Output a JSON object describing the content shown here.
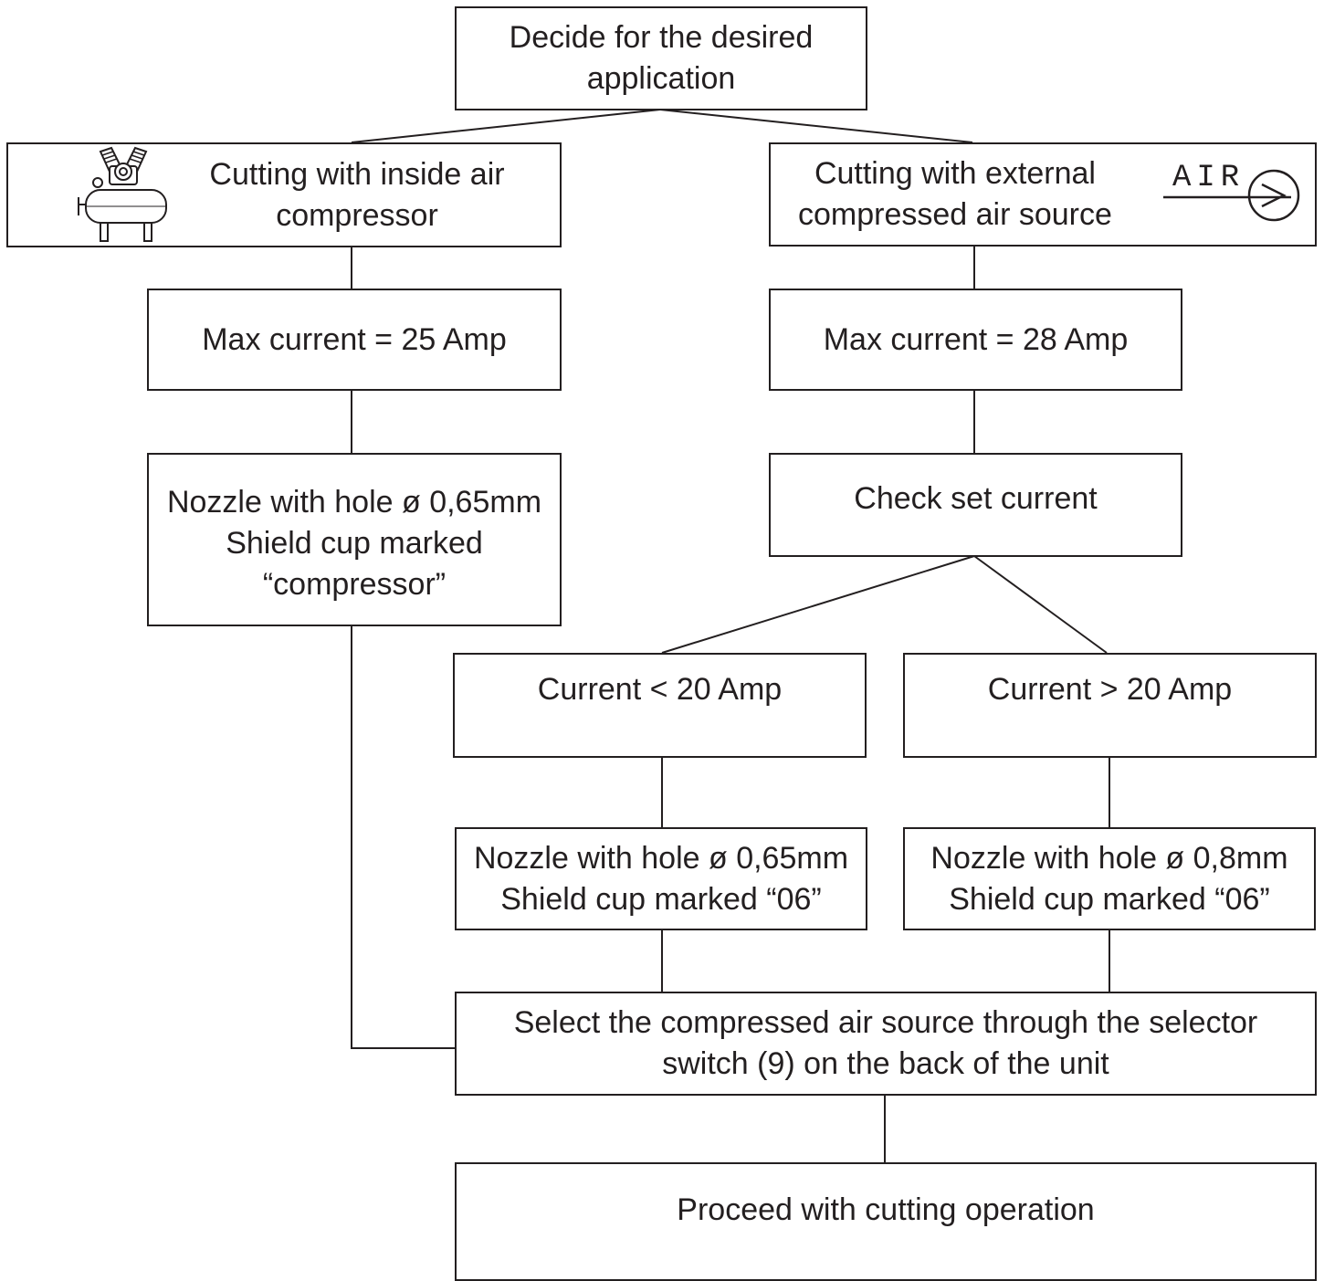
{
  "nodes": {
    "decide": {
      "lines": [
        "Decide for the desired",
        "application"
      ]
    },
    "inside_air": {
      "lines": [
        "Cutting with inside air",
        "compressor"
      ],
      "icon": "air-compressor-icon"
    },
    "external_air": {
      "lines": [
        "Cutting with external",
        "compressed air source"
      ],
      "icon": "air-inlet-icon",
      "icon_label": "AIR"
    },
    "max_25": {
      "lines": [
        "Max current = 25 Amp"
      ]
    },
    "max_28": {
      "lines": [
        "Max current = 28 Amp"
      ]
    },
    "nozzle_comp": {
      "lines": [
        "Nozzle with hole ø 0,65mm",
        "Shield cup marked",
        "“compressor”"
      ]
    },
    "check_current": {
      "lines": [
        "Check set current"
      ]
    },
    "current_lt20": {
      "lines": [
        "Current < 20 Amp"
      ]
    },
    "current_gt20": {
      "lines": [
        "Current > 20 Amp"
      ]
    },
    "nozzle_065": {
      "lines": [
        "Nozzle with hole ø 0,65mm",
        "Shield cup marked “06”"
      ]
    },
    "nozzle_08": {
      "lines": [
        "Nozzle with hole ø 0,8mm",
        "Shield cup marked “06”"
      ]
    },
    "select_source": {
      "lines": [
        "Select the compressed air source through the selector",
        "switch (9) on the back of the unit"
      ]
    },
    "proceed": {
      "lines": [
        "Proceed with cutting operation"
      ]
    }
  },
  "colors": {
    "stroke": "#231f20",
    "background": "#ffffff"
  }
}
